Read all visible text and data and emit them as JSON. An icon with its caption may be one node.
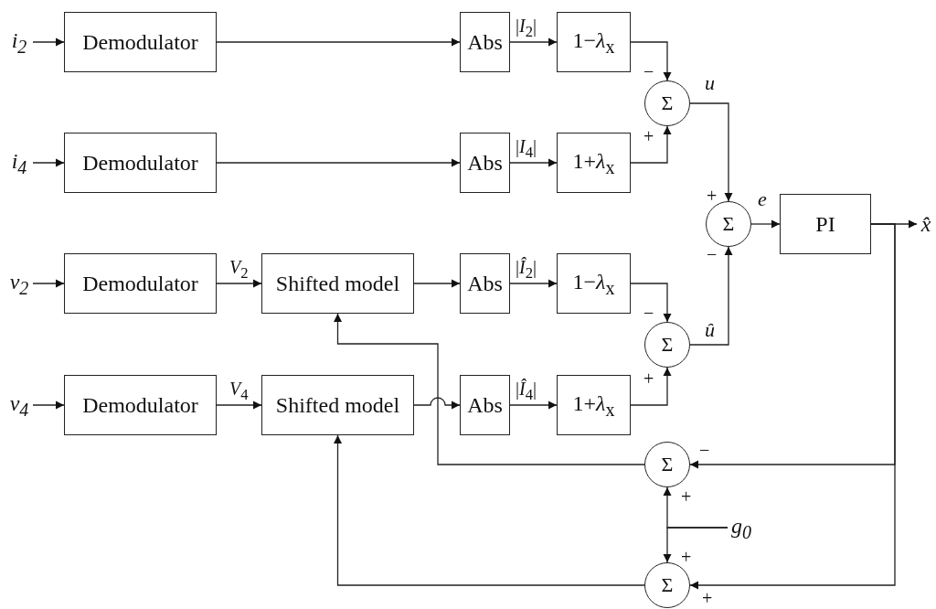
{
  "diagram": {
    "nodes": [
      {
        "text": [
          "*i*$_{2}$"
        ]
      },
      {
        "text": [
          "Demodulator"
        ]
      },
      {
        "text": [
          "Abs"
        ]
      },
      {
        "text": [
          "1−*λ*$_{x}$"
        ]
      },
      {
        "text": [
          "*i*$_{4}$"
        ]
      },
      {
        "text": [
          "Demodulator"
        ]
      },
      {
        "text": [
          "Abs"
        ]
      },
      {
        "text": [
          "1+*λ*$_{x}$"
        ]
      },
      {
        "text": [
          "Σ"
        ]
      },
      {
        "text": [
          "Σ"
        ]
      },
      {
        "text": [
          "PI"
        ]
      },
      {
        "text": [
          "x̂"
        ]
      },
      {
        "text": [
          "*v*$_{2}$"
        ]
      },
      {
        "text": [
          "Demodulator"
        ]
      },
      {
        "text": [
          "Shifted model"
        ]
      },
      {
        "text": [
          "Abs"
        ]
      },
      {
        "text": [
          "1−*λ*$_{x}$"
        ]
      },
      {
        "text": [
          "*v*$_{4}$"
        ]
      },
      {
        "text": [
          "Demodulator"
        ]
      },
      {
        "text": [
          "Shifted model"
        ]
      },
      {
        "text": [
          "Abs"
        ]
      },
      {
        "text": [
          "1+*λ*$_{x}$"
        ]
      },
      {
        "text": [
          "Σ"
        ]
      },
      {
        "text": [
          "Σ"
        ]
      },
      {
        "text": [
          "*g*$_{0}$"
        ]
      },
      {
        "text": [
          "Σ"
        ]
      }
    ],
    "edges": [
      {
        "from": 0,
        "to": 1,
        "arrow": "to"
      },
      {
        "from": 1,
        "to": 2,
        "arrow": "to"
      },
      {
        "from": 2,
        "to": 3,
        "arrow": "to",
        "label": "|*I*$_{2}$|"
      },
      {
        "from": 3,
        "to": 8,
        "arrow": "to"
      },
      {
        "from": 4,
        "to": 5,
        "arrow": "to"
      },
      {
        "from": 5,
        "to": 6,
        "arrow": "to"
      },
      {
        "from": 6,
        "to": 7,
        "arrow": "to",
        "label": "|*I*$_{4}$|"
      },
      {
        "from": 7,
        "to": 8,
        "arrow": "to"
      },
      {
        "from": 8,
        "to": 9,
        "arrow": "to",
        "label": "u"
      },
      {
        "from": 9,
        "to": 10,
        "arrow": "to",
        "label": "e"
      },
      {
        "from": 10,
        "to": 11,
        "arrow": "to"
      },
      {
        "from": 12,
        "to": 13,
        "arrow": "to"
      },
      {
        "from": 13,
        "to": 14,
        "arrow": "to",
        "label": "*V*$_{2}$"
      },
      {
        "from": 14,
        "to": 15,
        "arrow": "to"
      },
      {
        "from": 15,
        "to": 16,
        "arrow": "to",
        "label": "|*Î*$_{2}$|"
      },
      {
        "from": 16,
        "to": 22,
        "arrow": "to"
      },
      {
        "from": 17,
        "to": 18,
        "arrow": "to"
      },
      {
        "from": 18,
        "to": 19,
        "arrow": "to",
        "label": "*V*$_{4}$"
      },
      {
        "from": 19,
        "to": 20,
        "arrow": "to"
      },
      {
        "from": 20,
        "to": 21,
        "arrow": "to",
        "label": "|*Î*$_{4}$|"
      },
      {
        "from": 21,
        "to": 22,
        "arrow": "to"
      },
      {
        "from": 22,
        "to": 9,
        "arrow": "to",
        "label": "û"
      },
      {
        "from": 10,
        "to": 23,
        "arrow": "to"
      },
      {
        "from": 10,
        "to": 25,
        "arrow": "to"
      },
      {
        "from": 24,
        "to": 23,
        "arrow": "to"
      },
      {
        "from": 24,
        "to": 25,
        "arrow": "to"
      },
      {
        "from": 23,
        "to": 14,
        "arrow": "to"
      },
      {
        "from": 25,
        "to": 19,
        "arrow": "to"
      }
    ],
    "labels": [
      "−",
      "+",
      "+",
      "−",
      "−",
      "+",
      "−",
      "+",
      "+",
      "+"
    ]
  }
}
